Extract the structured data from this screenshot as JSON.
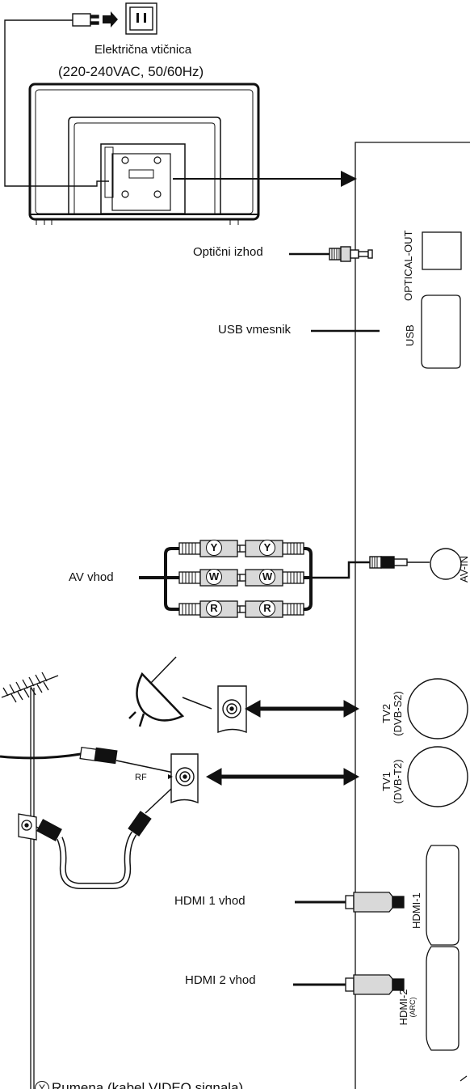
{
  "socket": {
    "title": "Električna vtičnica",
    "spec": "(220-240VAC, 50/60Hz)"
  },
  "labels": {
    "optical_out_cable": "Optični izhod",
    "usb_cable": "USB vmesnik",
    "av_in_cable": "AV vhod",
    "hdmi1_cable": "HDMI 1 vhod",
    "hdmi2_cable": "HDMI 2 vhod",
    "rf": "RF"
  },
  "ports": {
    "optical": "OPTICAL-OUT",
    "usb": "USB",
    "av_in": "AV-IN",
    "tv2_line1": "TV2",
    "tv2_line2": "(DVB-S2)",
    "tv1_line1": "TV1",
    "tv1_line2": "(DVB-T2)",
    "hdmi1": "HDMI-1",
    "hdmi2": "HDMI-2",
    "hdmi2_sub": "(ARC)"
  },
  "rca": {
    "yellow": "Y",
    "white": "W",
    "red": "R"
  },
  "footer_note": "Rumena (kabel VIDEO signala)",
  "footer_symbol": "Y",
  "colors": {
    "line": "#111111",
    "background": "#ffffff",
    "connector_fill": "#d9d9d9"
  }
}
